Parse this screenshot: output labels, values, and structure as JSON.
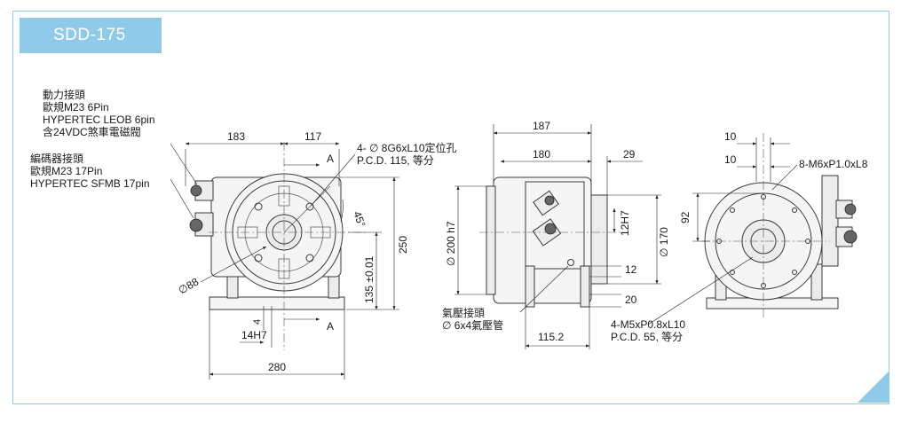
{
  "title": "SDD-175",
  "annotations": {
    "power_connector": [
      "動力接頭",
      "歐規M23 6Pin",
      "HYPERTEC LEOB 6pin",
      "含24VDC煞車電磁閥"
    ],
    "encoder_connector": [
      "編碼器接頭",
      "歐規M23 17Pin",
      "HYPERTEC SFMB 17pin"
    ],
    "locating_holes": [
      "4- ∅ 8G6xL10定位孔",
      "P.C.D. 115, 等分"
    ],
    "air_connector": [
      "氣壓接頭",
      "∅ 6x4氣壓管"
    ],
    "rear_screws": [
      "4-M5xP0.8xL10",
      "P.C.D. 55, 等分"
    ],
    "rear_thread": "8-M6xP1.0xL8"
  },
  "dimensions": {
    "front": {
      "d183": "183",
      "d117": "117",
      "d250": "250",
      "d135": "135 ±0.01",
      "d280": "280",
      "d14h7": "14H7",
      "d4": "4",
      "d88": "∅88",
      "angle": "45°",
      "sec_a_top": "A",
      "sec_a_bottom": "A"
    },
    "side": {
      "d187": "187",
      "d180": "180",
      "d29": "29",
      "d200": "∅ 200 h7",
      "d170": "∅ 170",
      "d12h7": "12H7",
      "d12": "12",
      "d20": "20",
      "d115": "115.2"
    },
    "rear": {
      "d10a": "10",
      "d10b": "10",
      "d92": "92"
    }
  }
}
